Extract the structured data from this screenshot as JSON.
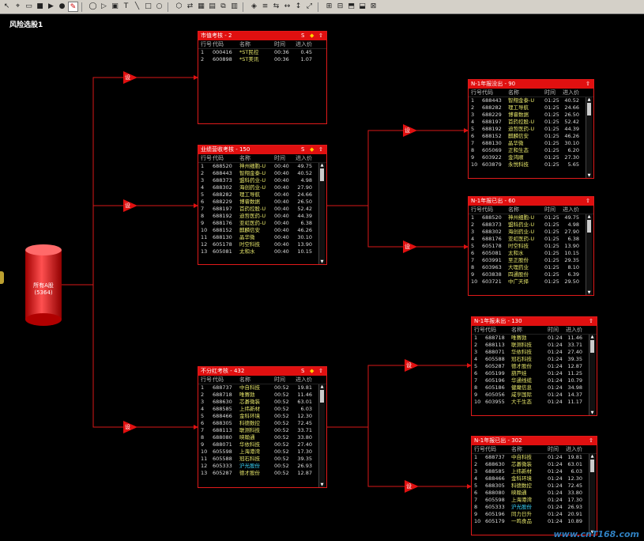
{
  "toolbar": {
    "tools": [
      "arrow-icon",
      "cursor-icon",
      "rect-icon",
      "stop-icon",
      "play-icon",
      "record-icon",
      "pen-icon",
      "ellipse-icon",
      "step-icon",
      "frame-icon",
      "text-icon",
      "line-icon",
      "square-icon",
      "circle-icon",
      "polygon-icon",
      "flow-icon",
      "grid-icon",
      "page-icon",
      "copy-icon",
      "paste-icon",
      "fill-icon",
      "align-icon",
      "distribute-icon",
      "width-icon",
      "height-icon",
      "size-icon",
      "group-icon",
      "ungroup-icon",
      "front-icon",
      "back-icon",
      "lock-icon"
    ]
  },
  "page_title": "风险选股1",
  "source_node": {
    "label": "所有A股",
    "count": "(5364)"
  },
  "gate_label": "设",
  "columns": {
    "seq": "行号",
    "code": "代码",
    "name": "名称",
    "time": "时间",
    "price": "进入价"
  },
  "nodes": {
    "mktcap": {
      "title": "市值考核 - 2",
      "rows": [
        {
          "seq": "1",
          "code": "000416",
          "name": "*ST民控",
          "time": "00:36",
          "price": "0.45"
        },
        {
          "seq": "2",
          "code": "600898",
          "name": "*ST美讯",
          "time": "00:36",
          "price": "1.07"
        }
      ]
    },
    "revenue": {
      "title": "业绩营收考核 - 150",
      "rows": [
        {
          "seq": "1",
          "code": "688520",
          "name": "神州细胞-U",
          "time": "00:40",
          "price": "49.75"
        },
        {
          "seq": "2",
          "code": "688443",
          "name": "智翔金泰-U",
          "time": "00:40",
          "price": "40.52"
        },
        {
          "seq": "3",
          "code": "688373",
          "name": "盟科药业-U",
          "time": "00:40",
          "price": "4.98"
        },
        {
          "seq": "4",
          "code": "688302",
          "name": "海创药业-U",
          "time": "00:40",
          "price": "27.90"
        },
        {
          "seq": "5",
          "code": "688282",
          "name": "理工导航",
          "time": "00:40",
          "price": "24.66"
        },
        {
          "seq": "6",
          "code": "688229",
          "name": "博睿数据",
          "time": "00:40",
          "price": "26.50"
        },
        {
          "seq": "7",
          "code": "688197",
          "name": "首药控股-U",
          "time": "00:40",
          "price": "52.42"
        },
        {
          "seq": "8",
          "code": "688192",
          "name": "迪哲医药-U",
          "time": "00:40",
          "price": "44.39"
        },
        {
          "seq": "9",
          "code": "688176",
          "name": "亚虹医药-U",
          "time": "00:40",
          "price": "6.38"
        },
        {
          "seq": "10",
          "code": "688152",
          "name": "麒麟信安",
          "time": "00:40",
          "price": "46.26"
        },
        {
          "seq": "11",
          "code": "688130",
          "name": "晶华微",
          "time": "00:40",
          "price": "30.10"
        },
        {
          "seq": "12",
          "code": "605178",
          "name": "时空科技",
          "time": "00:40",
          "price": "13.90"
        },
        {
          "seq": "13",
          "code": "605081",
          "name": "太和水",
          "time": "00:40",
          "price": "10.15"
        }
      ]
    },
    "dividend": {
      "title": "不分红考核 - 432",
      "rows": [
        {
          "seq": "1",
          "code": "688737",
          "name": "中自科技",
          "time": "00:52",
          "price": "19.81"
        },
        {
          "seq": "2",
          "code": "688718",
          "name": "唯赛勃",
          "time": "00:52",
          "price": "11.46"
        },
        {
          "seq": "3",
          "code": "688630",
          "name": "芯碁微装",
          "time": "00:52",
          "price": "63.01"
        },
        {
          "seq": "4",
          "code": "688585",
          "name": "上纬新材",
          "time": "00:52",
          "price": "6.03"
        },
        {
          "seq": "5",
          "code": "688466",
          "name": "金科环境",
          "time": "00:52",
          "price": "12.30"
        },
        {
          "seq": "6",
          "code": "688305",
          "name": "科德数控",
          "time": "00:52",
          "price": "72.45"
        },
        {
          "seq": "7",
          "code": "688113",
          "name": "联测科技",
          "time": "00:52",
          "price": "33.71"
        },
        {
          "seq": "8",
          "code": "688080",
          "name": "映翰通",
          "time": "00:52",
          "price": "33.80"
        },
        {
          "seq": "9",
          "code": "688071",
          "name": "华依科技",
          "time": "00:52",
          "price": "27.40"
        },
        {
          "seq": "10",
          "code": "605598",
          "name": "上海港湾",
          "time": "00:52",
          "price": "17.30"
        },
        {
          "seq": "11",
          "code": "605588",
          "name": "冠石科技",
          "time": "00:52",
          "price": "39.35"
        },
        {
          "seq": "12",
          "code": "605333",
          "name": "沪光股份",
          "time": "00:52",
          "price": "26.93"
        },
        {
          "seq": "13",
          "code": "605287",
          "name": "德才股份",
          "time": "00:52",
          "price": "12.87"
        }
      ]
    },
    "n1_notout": {
      "title": "N-1年报没出 - 90",
      "rows": [
        {
          "seq": "1",
          "code": "688443",
          "name": "智翔金泰-U",
          "time": "01:25",
          "price": "40.52"
        },
        {
          "seq": "2",
          "code": "688282",
          "name": "理工导航",
          "time": "01:25",
          "price": "24.66"
        },
        {
          "seq": "3",
          "code": "688229",
          "name": "博睿数据",
          "time": "01:25",
          "price": "26.50"
        },
        {
          "seq": "4",
          "code": "688197",
          "name": "首药控股-U",
          "time": "01:25",
          "price": "52.42"
        },
        {
          "seq": "5",
          "code": "688192",
          "name": "迪哲医药-U",
          "time": "01:25",
          "price": "44.39"
        },
        {
          "seq": "6",
          "code": "688152",
          "name": "麒麟信安",
          "time": "01:25",
          "price": "46.26"
        },
        {
          "seq": "7",
          "code": "688130",
          "name": "晶华微",
          "time": "01:25",
          "price": "30.10"
        },
        {
          "seq": "8",
          "code": "605069",
          "name": "正和生态",
          "time": "01:25",
          "price": "6.20"
        },
        {
          "seq": "9",
          "code": "603922",
          "name": "金鸿顺",
          "time": "01:25",
          "price": "27.30"
        },
        {
          "seq": "10",
          "code": "603879",
          "name": "永悦科技",
          "time": "01:25",
          "price": "5.65"
        }
      ]
    },
    "n1_out_a": {
      "title": "N-1年报已出 - 60",
      "rows": [
        {
          "seq": "1",
          "code": "688520",
          "name": "神州细胞-U",
          "time": "01:25",
          "price": "49.75"
        },
        {
          "seq": "2",
          "code": "688373",
          "name": "盟科药业-U",
          "time": "01:25",
          "price": "4.98"
        },
        {
          "seq": "3",
          "code": "688302",
          "name": "海创药业-U",
          "time": "01:25",
          "price": "27.90"
        },
        {
          "seq": "4",
          "code": "688176",
          "name": "亚虹医药-U",
          "time": "01:25",
          "price": "6.38"
        },
        {
          "seq": "5",
          "code": "605178",
          "name": "时空科技",
          "time": "01:25",
          "price": "13.90"
        },
        {
          "seq": "6",
          "code": "605081",
          "name": "太和水",
          "time": "01:25",
          "price": "10.15"
        },
        {
          "seq": "7",
          "code": "603991",
          "name": "至正股份",
          "time": "01:25",
          "price": "29.35"
        },
        {
          "seq": "8",
          "code": "603963",
          "name": "大理药业",
          "time": "01:25",
          "price": "8.10"
        },
        {
          "seq": "9",
          "code": "603838",
          "name": "四通股份",
          "time": "01:25",
          "price": "6.39"
        },
        {
          "seq": "10",
          "code": "603721",
          "name": "中广天择",
          "time": "01:25",
          "price": "29.50"
        }
      ]
    },
    "n1_notout_b": {
      "title": "N-1年报未出 - 130",
      "rows": [
        {
          "seq": "1",
          "code": "688718",
          "name": "唯赛勃",
          "time": "01:24",
          "price": "11.46"
        },
        {
          "seq": "2",
          "code": "688113",
          "name": "联测科技",
          "time": "01:24",
          "price": "33.71"
        },
        {
          "seq": "3",
          "code": "688071",
          "name": "华依科技",
          "time": "01:24",
          "price": "27.40"
        },
        {
          "seq": "4",
          "code": "605588",
          "name": "冠石科技",
          "time": "01:24",
          "price": "39.35"
        },
        {
          "seq": "5",
          "code": "605287",
          "name": "德才股份",
          "time": "01:24",
          "price": "12.87"
        },
        {
          "seq": "6",
          "code": "605199",
          "name": "葫芦娃",
          "time": "01:24",
          "price": "11.25"
        },
        {
          "seq": "7",
          "code": "605196",
          "name": "华通线缆",
          "time": "01:24",
          "price": "10.79"
        },
        {
          "seq": "8",
          "code": "605186",
          "name": "健麾信息",
          "time": "01:24",
          "price": "34.98"
        },
        {
          "seq": "9",
          "code": "605056",
          "name": "咸亨国际",
          "time": "01:24",
          "price": "14.37"
        },
        {
          "seq": "10",
          "code": "603955",
          "name": "大千生态",
          "time": "01:24",
          "price": "11.17"
        }
      ]
    },
    "n1_out_b": {
      "title": "N-1年报已出 - 302",
      "rows": [
        {
          "seq": "1",
          "code": "688737",
          "name": "中自科技",
          "time": "01:24",
          "price": "19.81"
        },
        {
          "seq": "2",
          "code": "688630",
          "name": "芯碁微装",
          "time": "01:24",
          "price": "63.01"
        },
        {
          "seq": "3",
          "code": "688585",
          "name": "上纬新材",
          "time": "01:24",
          "price": "6.03"
        },
        {
          "seq": "4",
          "code": "688466",
          "name": "金科环境",
          "time": "01:24",
          "price": "12.30"
        },
        {
          "seq": "5",
          "code": "688305",
          "name": "科德数控",
          "time": "01:24",
          "price": "72.45"
        },
        {
          "seq": "6",
          "code": "688080",
          "name": "映翰通",
          "time": "01:24",
          "price": "33.80"
        },
        {
          "seq": "7",
          "code": "605598",
          "name": "上海港湾",
          "time": "01:24",
          "price": "17.30"
        },
        {
          "seq": "8",
          "code": "605333",
          "name": "沪光股份",
          "time": "01:24",
          "price": "26.93"
        },
        {
          "seq": "9",
          "code": "605196",
          "name": "同力日升",
          "time": "01:24",
          "price": "20.91"
        },
        {
          "seq": "10",
          "code": "605179",
          "name": "一鸣食品",
          "time": "01:24",
          "price": "10.89"
        }
      ]
    }
  },
  "watermark": "www.cnT168.com",
  "colors": {
    "accent": "#e01010",
    "name_text": "#e6e66a",
    "highlight_text": "#3ad8ff",
    "toolbar": "#d4d0c8"
  }
}
